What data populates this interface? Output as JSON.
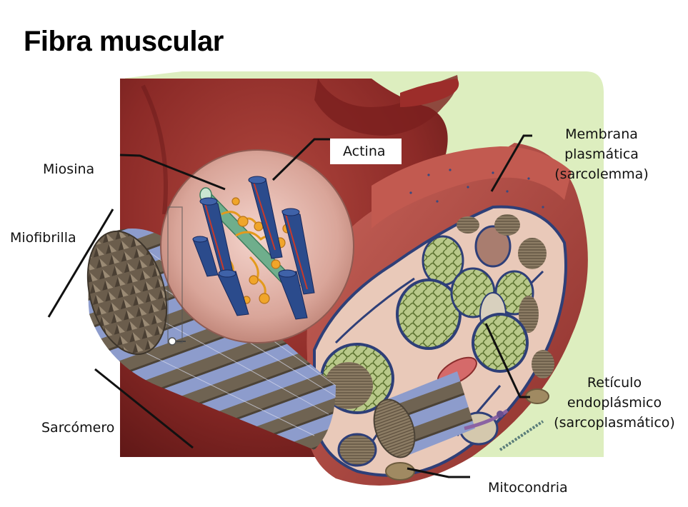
{
  "title": "Fibra muscular",
  "labels": {
    "actina": "Actina",
    "miosina": "Miosina",
    "miofibrilla": "Miofibrilla",
    "sarcomero": "Sarcómero",
    "membrana": [
      "Membrana",
      "plasmática",
      "(sarcolemma)"
    ],
    "reticulo": [
      "Retículo",
      "endoplásmico",
      "(sarcoplasmático)"
    ],
    "mitocondria": "Mitocondria"
  },
  "colors": {
    "background_green": "#d9ecb8",
    "heart_red": "#8e2a28",
    "fiber_red": "#b34d45",
    "myofibril_green": "#8ea64a",
    "membrane_blue": "#2e3f78",
    "band_blue": "#8d9ccc",
    "band_brown": "#6f6352",
    "actin_blue": "#2b4b8c",
    "myosin_orange": "#f0a52a",
    "thick_filament_green": "#6fae8c"
  }
}
